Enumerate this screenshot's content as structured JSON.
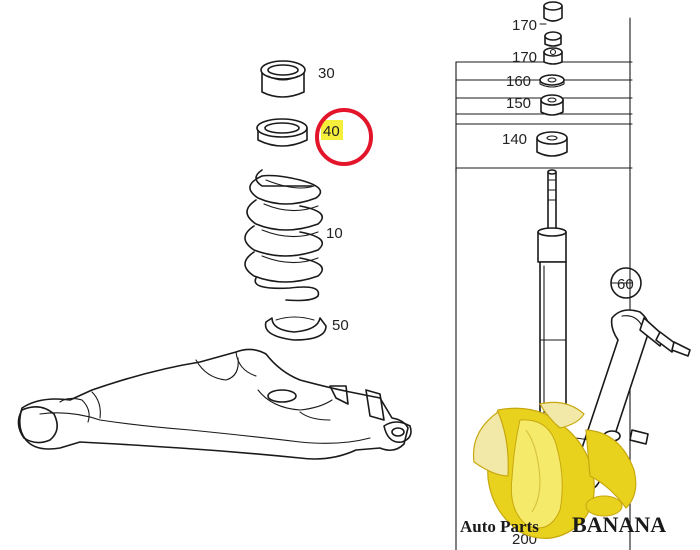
{
  "diagram": {
    "part_labels": {
      "p30": "30",
      "p40": "40",
      "p10": "10",
      "p50": "50",
      "p60": "60",
      "p170_top": "170",
      "p170": "170",
      "p160": "160",
      "p150": "150",
      "p140": "140",
      "p200": "200"
    },
    "highlighted_part": "40",
    "highlight_color": "#f5ee3a",
    "circle_color": "#e3152b"
  },
  "watermark": {
    "text_prefix": "Auto Parts",
    "text_main": "BANANA"
  },
  "colors": {
    "banana_yellow": "#e8d21e",
    "banana_light": "#f2e8a8",
    "line": "#1a1a1a"
  }
}
